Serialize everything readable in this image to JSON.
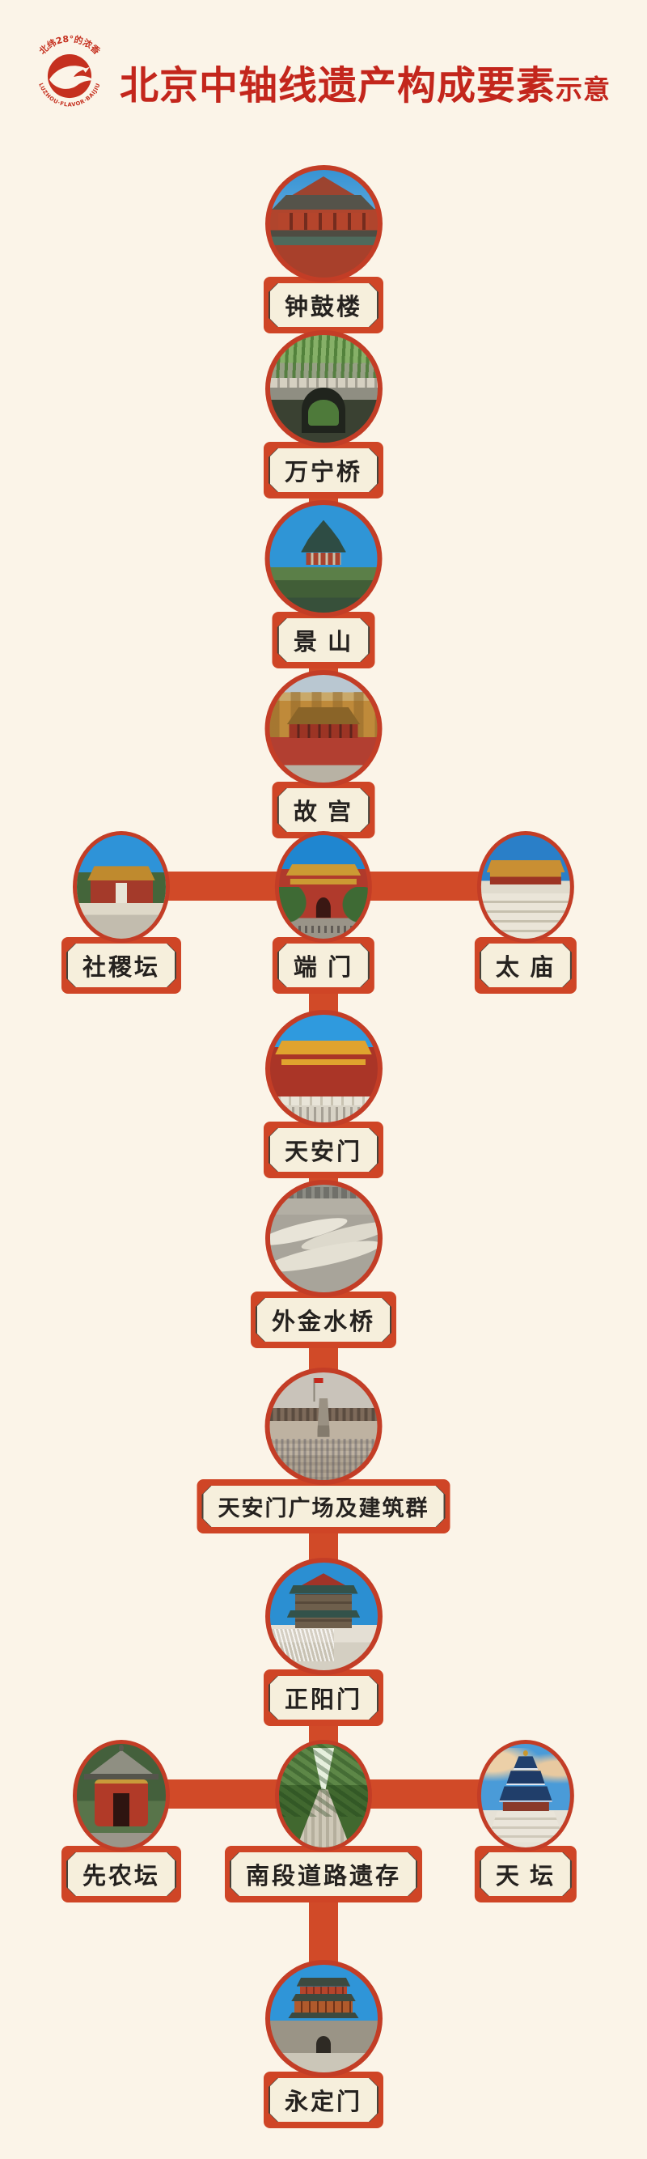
{
  "header": {
    "title_main": "北京中轴线遗产构成要素",
    "title_suffix": "示意",
    "logo": {
      "arc_top": "北纬28°的浓香",
      "arc_bottom": "LUZHOU·FLAVOR·BAIJIU"
    }
  },
  "colors": {
    "background": "#fbf4e8",
    "axis_line": "#d14a28",
    "circle_ring": "#c33d26",
    "title_red": "#c3261c",
    "plate_red": "#cf4526",
    "plate_inner_bg": "#f6efdc",
    "plate_border": "#45433a",
    "plate_text": "#25221f"
  },
  "sites": {
    "zhonggulou": {
      "label": "钟鼓楼"
    },
    "wanningqiao": {
      "label": "万宁桥"
    },
    "jingshan": {
      "label": "景 山"
    },
    "gugong": {
      "label": "故 宫"
    },
    "shejitan": {
      "label": "社稷坛"
    },
    "duanmen": {
      "label": "端 门"
    },
    "taimiao": {
      "label": "太 庙"
    },
    "tiananmen": {
      "label": "天安门"
    },
    "waijinshuiqiao": {
      "label": "外金水桥"
    },
    "guangchang": {
      "label": "天安门广场及建筑群"
    },
    "zhengyangmen": {
      "label": "正阳门"
    },
    "xiannongtan": {
      "label": "先农坛"
    },
    "nanduan": {
      "label": "南段道路遗存"
    },
    "tiantan": {
      "label": "天 坛"
    },
    "yongdingmen": {
      "label": "永定门"
    }
  }
}
